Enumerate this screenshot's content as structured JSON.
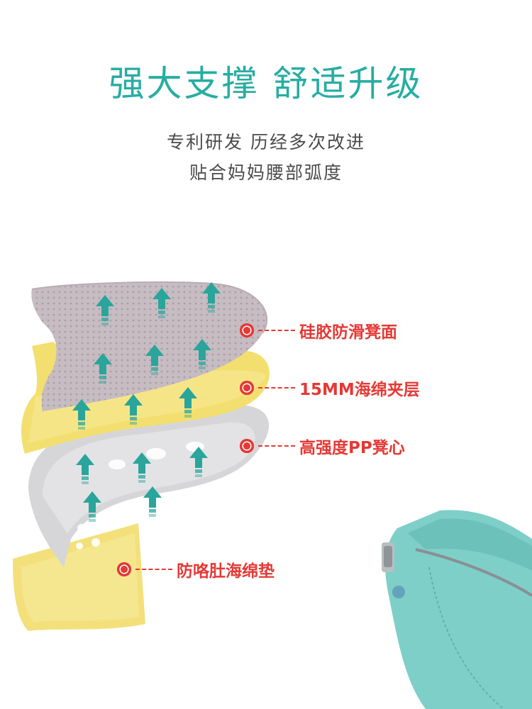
{
  "header": {
    "title": "强大支撑 舒适升级",
    "subtitle_line1": "专利研发  历经多次改进",
    "subtitle_line2": "贴合妈妈腰部弧度"
  },
  "callouts": [
    {
      "label": "硅胶防滑凳面"
    },
    {
      "label": "15MM海绵夹层"
    },
    {
      "label": "高强度PP凳心"
    },
    {
      "label": "防咯肚海绵垫"
    }
  ],
  "colors": {
    "accent": "#27ada3",
    "callout": "#e53935",
    "silicone_layer": "#c9bfc5",
    "foam_layer": "#f4e27a",
    "pp_layer": "#d5d5d7",
    "arrow": "#2aa59b",
    "product": "#7ecfc8"
  }
}
